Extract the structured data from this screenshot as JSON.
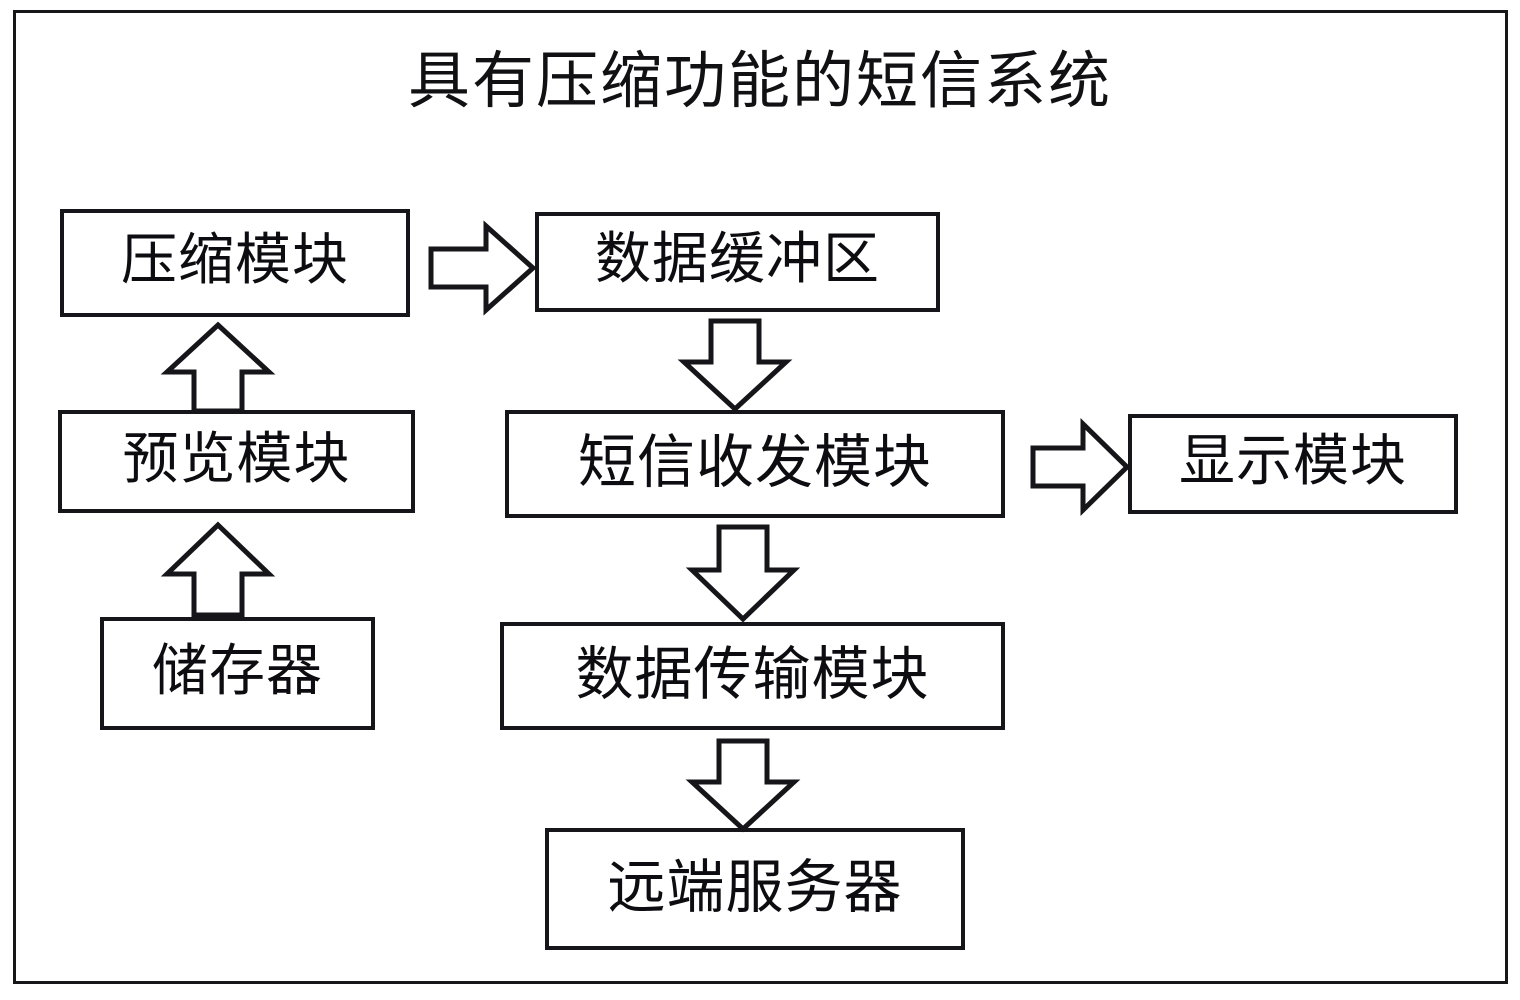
{
  "figure": {
    "title": "具有压缩功能的短信系统",
    "frame_color": "#17171a",
    "background_color": "#ffffff",
    "line_color": "#15151a"
  },
  "nodes": {
    "compression": {
      "label": "压缩模块"
    },
    "buffer": {
      "label": "数据缓冲区"
    },
    "preview": {
      "label": "预览模块"
    },
    "sms": {
      "label": "短信收发模块"
    },
    "display": {
      "label": "显示模块"
    },
    "storage": {
      "label": "储存器"
    },
    "transmission": {
      "label": "数据传输模块"
    },
    "remote_server": {
      "label": "远端服务器"
    }
  },
  "arrows": [
    {
      "name": "compression-to-buffer",
      "from": "压缩模块",
      "to": "数据缓冲区",
      "direction": "right"
    },
    {
      "name": "preview-to-compression",
      "from": "预览模块",
      "to": "压缩模块",
      "direction": "up"
    },
    {
      "name": "storage-to-preview",
      "from": "储存器",
      "to": "预览模块",
      "direction": "up"
    },
    {
      "name": "buffer-to-sms",
      "from": "数据缓冲区",
      "to": "短信收发模块",
      "direction": "down"
    },
    {
      "name": "sms-to-display",
      "from": "短信收发模块",
      "to": "显示模块",
      "direction": "right"
    },
    {
      "name": "sms-to-transmission",
      "from": "短信收发模块",
      "to": "数据传输模块",
      "direction": "down"
    },
    {
      "name": "transmission-to-server",
      "from": "数据传输模块",
      "to": "远端服务器",
      "direction": "down"
    }
  ]
}
